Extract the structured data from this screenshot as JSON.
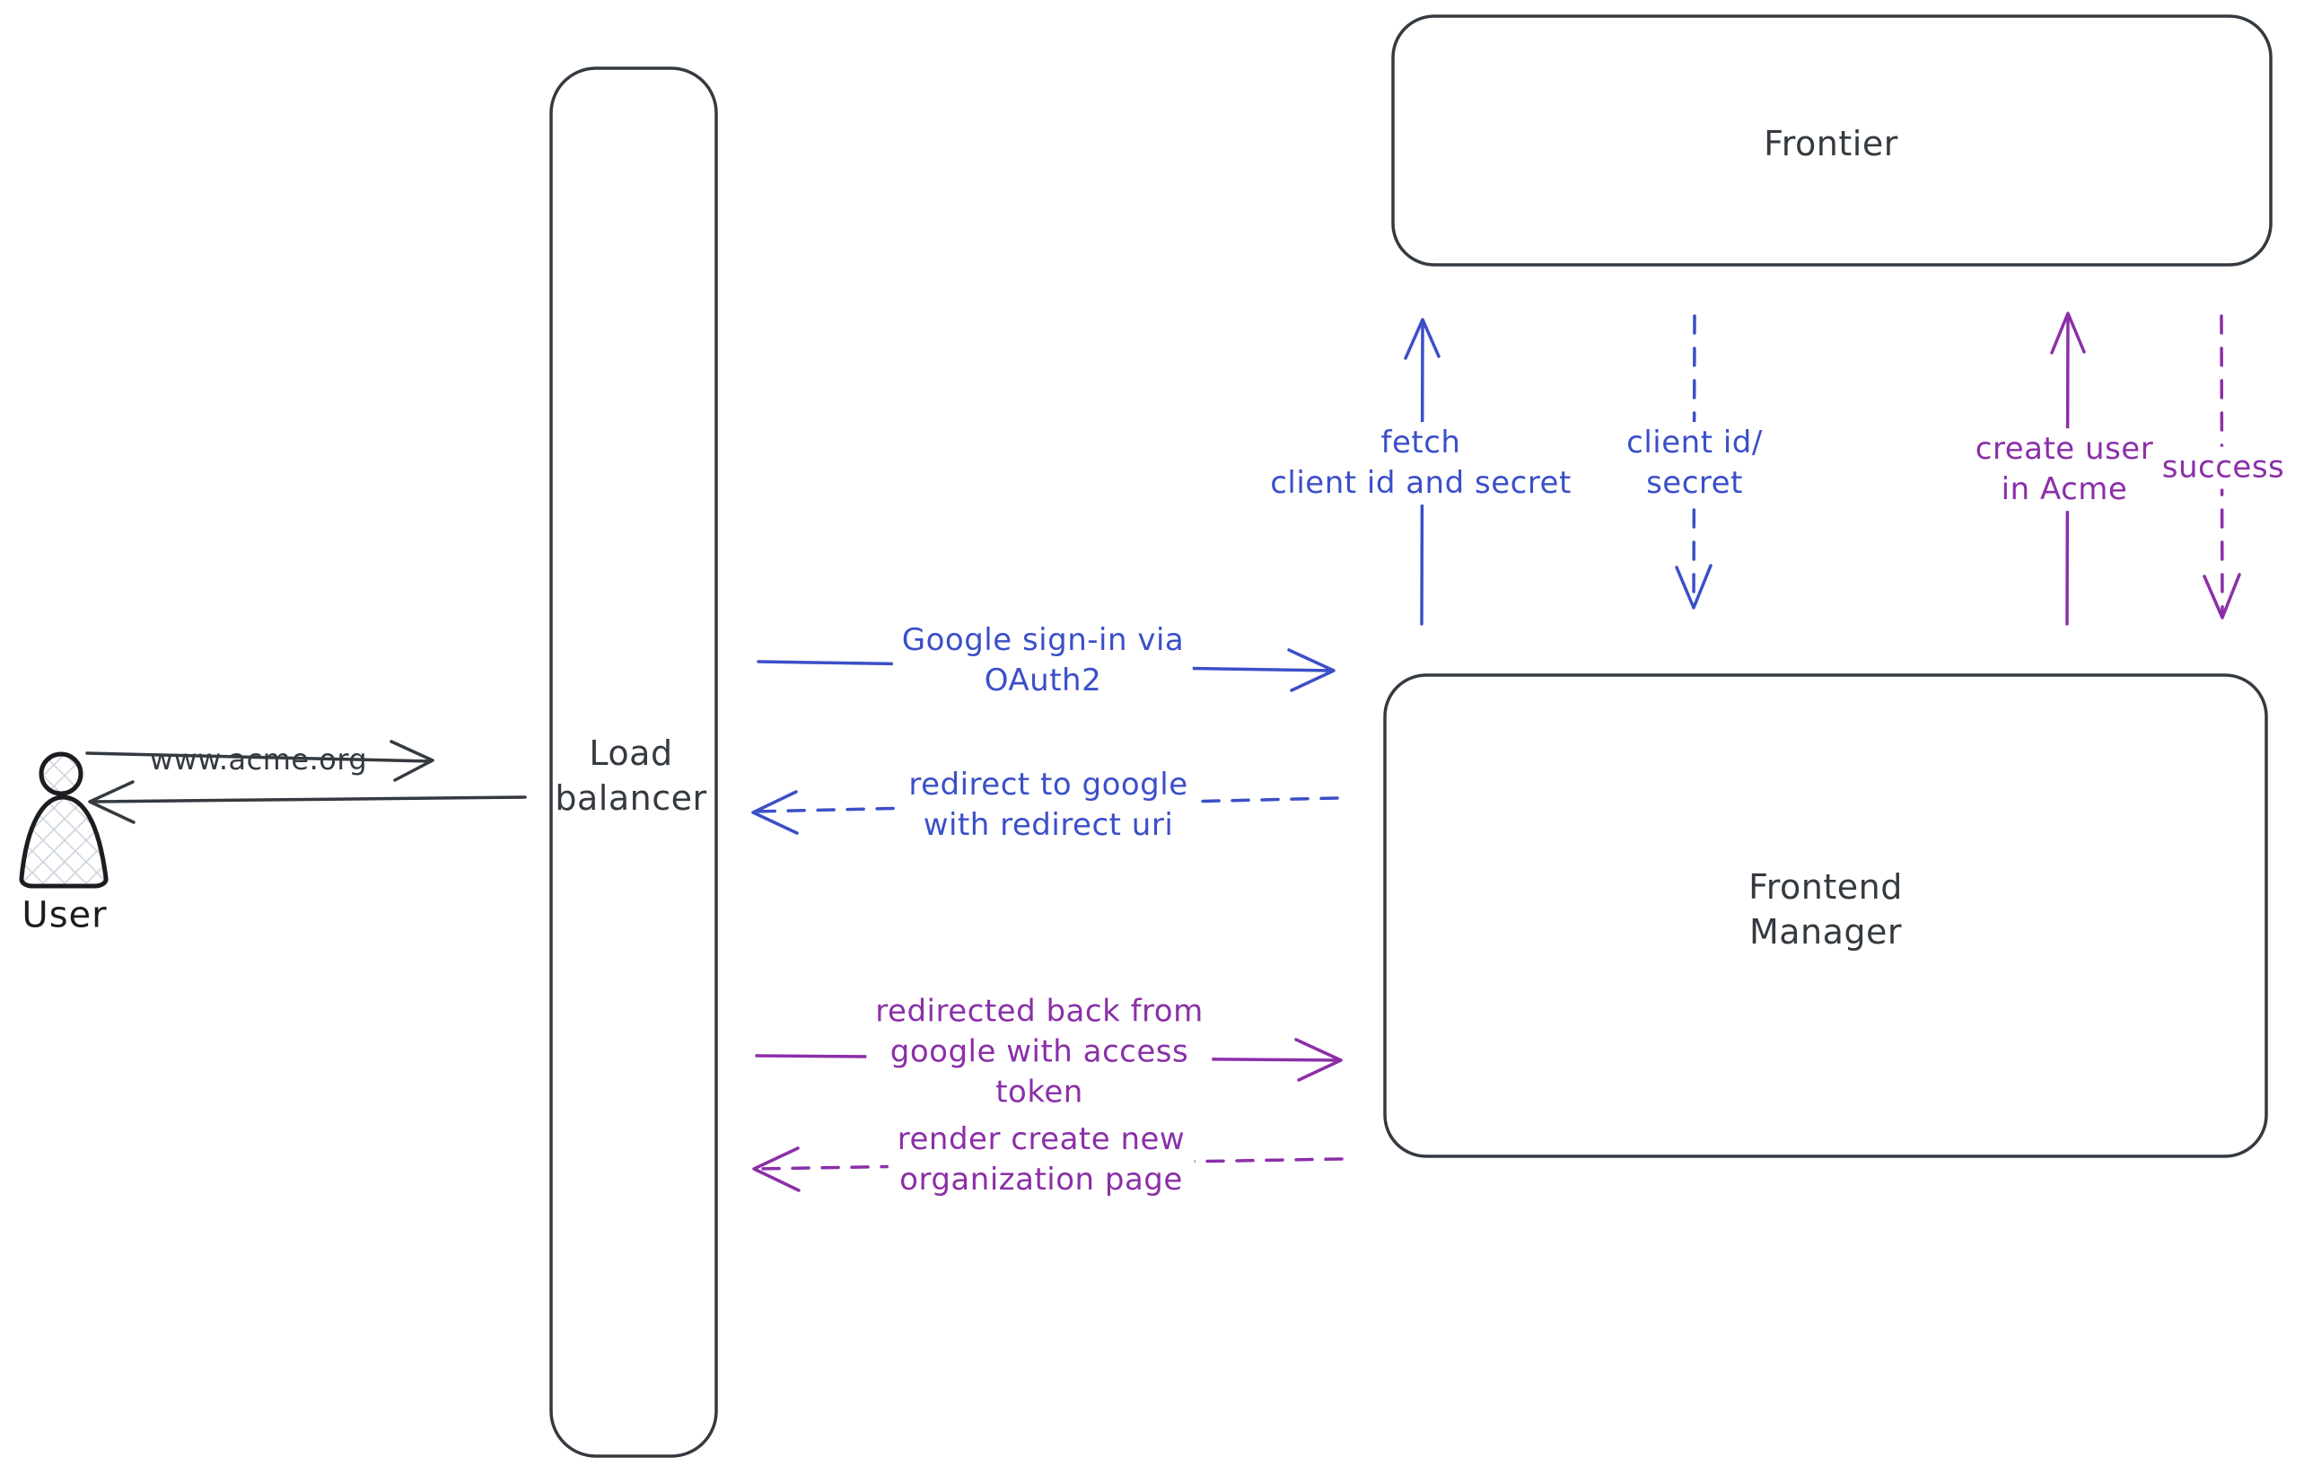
{
  "colors": {
    "ink": "#343a40",
    "blue": "#3b4fc8",
    "purple": "#8b2fa8",
    "hatch": "#ccd5de",
    "figure": "#1c1c21"
  },
  "nodes": {
    "user": {
      "label": "User"
    },
    "load_balancer": {
      "label": "Load\nbalancer"
    },
    "frontier": {
      "label": "Frontier"
    },
    "frontend_manager": {
      "label": "Frontend\nManager"
    }
  },
  "edges": {
    "acme_request": {
      "from": "user",
      "to": "load_balancer",
      "style": "solid",
      "color": "ink",
      "label": "www.acme.org"
    },
    "acme_response": {
      "from": "load_balancer",
      "to": "user",
      "style": "solid",
      "color": "ink",
      "label": ""
    },
    "google_signin": {
      "from": "load_balancer",
      "to": "frontend_manager",
      "style": "solid",
      "color": "blue",
      "label": "Google sign-in via\nOAuth2"
    },
    "redirect_google": {
      "from": "frontend_manager",
      "to": "load_balancer",
      "style": "dashed",
      "color": "blue",
      "label": "redirect to google\nwith redirect uri"
    },
    "fetch_client": {
      "from": "frontend_manager",
      "to": "frontier",
      "style": "solid",
      "color": "blue",
      "label": "fetch\nclient id and secret"
    },
    "client_id_secret": {
      "from": "frontier",
      "to": "frontend_manager",
      "style": "dashed",
      "color": "blue",
      "label": "client id/\nsecret"
    },
    "redirected_back": {
      "from": "load_balancer",
      "to": "frontend_manager",
      "style": "solid",
      "color": "purple",
      "label": "redirected back from\ngoogle with access\ntoken"
    },
    "render_page": {
      "from": "frontend_manager",
      "to": "load_balancer",
      "style": "dashed",
      "color": "purple",
      "label": "render create new\norganization page"
    },
    "create_user": {
      "from": "frontend_manager",
      "to": "frontier",
      "style": "solid",
      "color": "purple",
      "label": "create user\nin Acme"
    },
    "success": {
      "from": "frontier",
      "to": "frontend_manager",
      "style": "dashed",
      "color": "purple",
      "label": "success"
    }
  }
}
